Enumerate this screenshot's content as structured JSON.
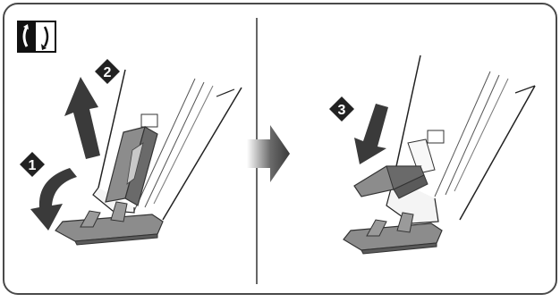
{
  "steps": [
    {
      "number": "1",
      "direction": "rotate-down"
    },
    {
      "number": "2",
      "direction": "up"
    },
    {
      "number": "3",
      "direction": "down"
    }
  ],
  "icons": {
    "mode_icon": "presser-foot-lever-icon",
    "next_arrow": "arrow-right-icon"
  },
  "colors": {
    "border": "#4a4a4a",
    "arrow": "#3a3a3a",
    "part_gray": "#8c8c8c",
    "part_dark": "#5a5a5a",
    "badge": "#222222"
  }
}
